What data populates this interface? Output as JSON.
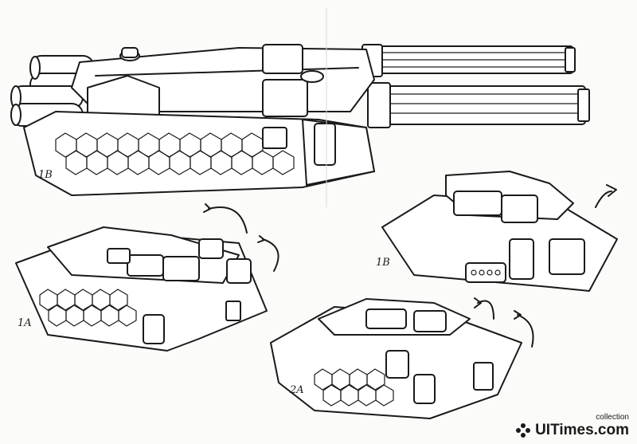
{
  "labels": {
    "top_vehicle": "1B",
    "left_vehicle": "1A",
    "right_vehicle": "1B",
    "bottom_vehicle": "2A"
  },
  "watermark": {
    "brand": "UITimes.com",
    "sub": "collection"
  }
}
